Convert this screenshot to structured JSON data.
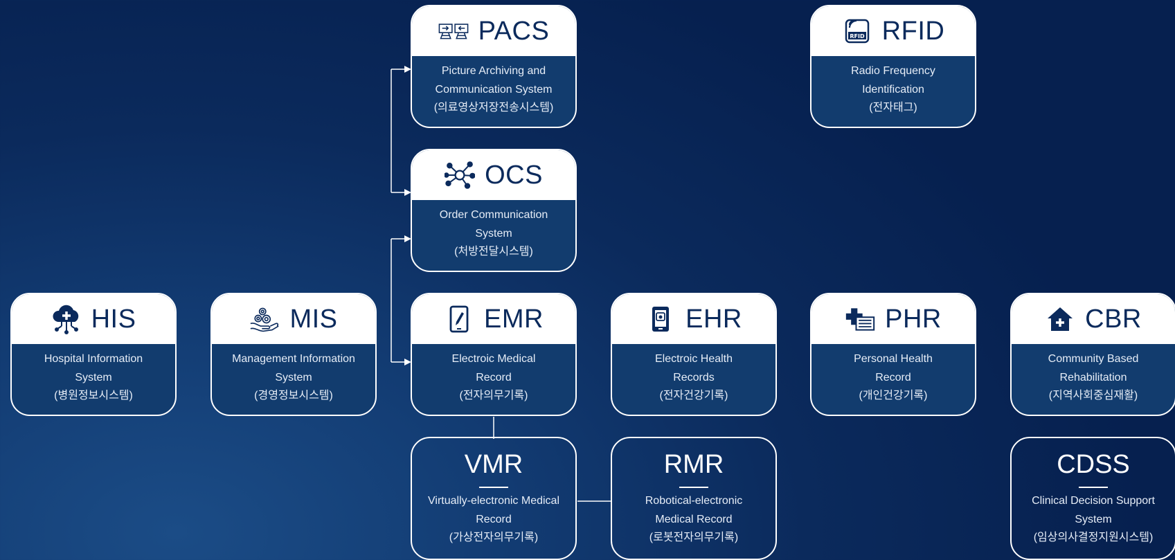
{
  "cards": {
    "pacs": {
      "abbr": "PACS",
      "icon": "computers-transfer-icon",
      "l1": "Picture Archiving and",
      "l2": "Communication System",
      "l3": "(의료영상저장전송시스템)"
    },
    "rfid": {
      "abbr": "RFID",
      "icon": "rfid-tag-icon",
      "l1": "Radio Frequency",
      "l2": "Identification",
      "l3": "(전자태그)"
    },
    "ocs": {
      "abbr": "OCS",
      "icon": "network-nodes-icon",
      "l1": "Order Communication",
      "l2": "System",
      "l3": "(처방전달시스템)"
    },
    "his": {
      "abbr": "HIS",
      "icon": "cloud-medical-icon",
      "l1": "Hospital Information",
      "l2": "System",
      "l3": "(병원정보시스템)"
    },
    "mis": {
      "abbr": "MIS",
      "icon": "hand-gears-icon",
      "l1": "Management Information",
      "l2": "System",
      "l3": "(경영정보시스템)"
    },
    "emr": {
      "abbr": "EMR",
      "icon": "tablet-pen-icon",
      "l1": "Electroic Medical",
      "l2": "Record",
      "l3": "(전자의무기록)"
    },
    "ehr": {
      "abbr": "EHR",
      "icon": "tablet-record-icon",
      "l1": "Electroic Health",
      "l2": "Records",
      "l3": "(전자건강기록)"
    },
    "phr": {
      "abbr": "PHR",
      "icon": "medical-cross-card-icon",
      "l1": "Personal Health",
      "l2": "Record",
      "l3": "(개인건강기록)"
    },
    "cbr": {
      "abbr": "CBR",
      "icon": "house-cross-icon",
      "l1": "Community Based",
      "l2": "Rehabilitation",
      "l3": "(지역사회중심재활)"
    },
    "vmr": {
      "abbr": "VMR",
      "l1": "Virtually-electronic Medical",
      "l2": "Record",
      "l3": "(가상전자의무기록)"
    },
    "rmr": {
      "abbr": "RMR",
      "l1": "Robotical-electronic",
      "l2": "Medical Record",
      "l3": "(로봇전자의무기록)"
    },
    "cdss": {
      "abbr": "CDSS",
      "l1": "Clinical Decision Support",
      "l2": "System",
      "l3": "(임상의사결정지원시스템)"
    }
  },
  "colors": {
    "background": "#0b2a5c",
    "card_body": "#123c6e",
    "card_head": "#ffffff",
    "text_dark": "#0b2a5c",
    "line": "#ffffff"
  }
}
